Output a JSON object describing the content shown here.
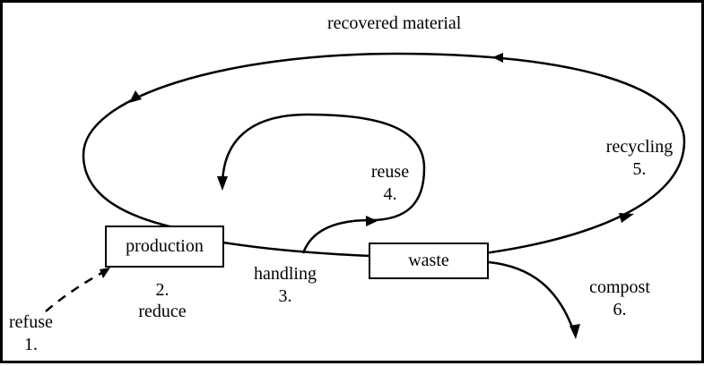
{
  "diagram": {
    "title": "recovered material",
    "nodes": {
      "production": "production",
      "waste": "waste"
    },
    "labels": {
      "refuse": {
        "word": "refuse",
        "number": "1."
      },
      "reduce": {
        "number": "2.",
        "word": "reduce"
      },
      "handling": {
        "word": "handling",
        "number": "3."
      },
      "reuse": {
        "word": "reuse",
        "number": "4."
      },
      "recycling": {
        "word": "recycling",
        "number": "5."
      },
      "compost": {
        "word": "compost",
        "number": "6."
      }
    }
  }
}
